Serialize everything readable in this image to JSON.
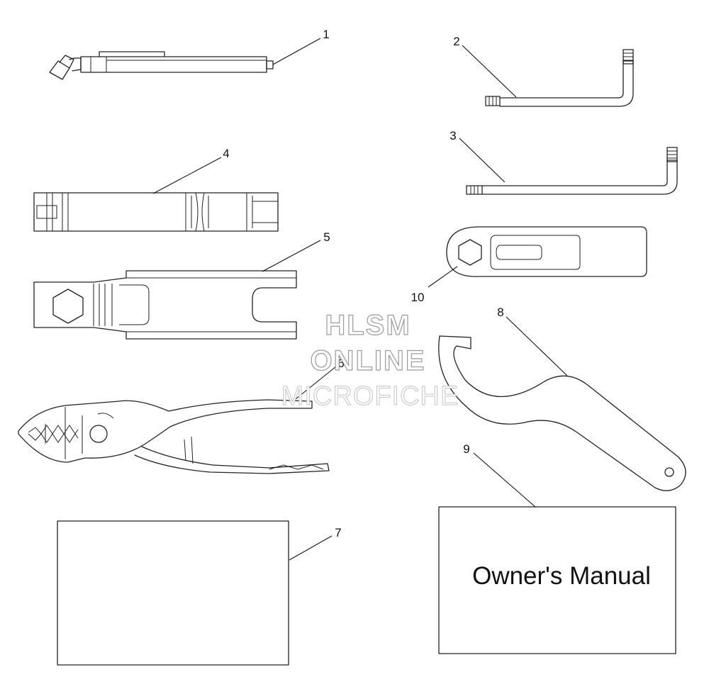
{
  "callouts": [
    {
      "id": "1",
      "part": "tire-pressure-gauge"
    },
    {
      "id": "2",
      "part": "hex-key-small"
    },
    {
      "id": "3",
      "part": "hex-key-large"
    },
    {
      "id": "4",
      "part": "spark-plug-socket"
    },
    {
      "id": "5",
      "part": "combination-wrench"
    },
    {
      "id": "6",
      "part": "pliers"
    },
    {
      "id": "7",
      "part": "document-card"
    },
    {
      "id": "8",
      "part": "spanner-wrench"
    },
    {
      "id": "9",
      "part": "owners-manual"
    },
    {
      "id": "10",
      "part": "flat-hex-wrench"
    }
  ],
  "manual": {
    "title": "Owner's Manual"
  },
  "watermark": {
    "line1": "HLSM",
    "line2": "ONLINE",
    "line3": "MICROFICHE"
  }
}
